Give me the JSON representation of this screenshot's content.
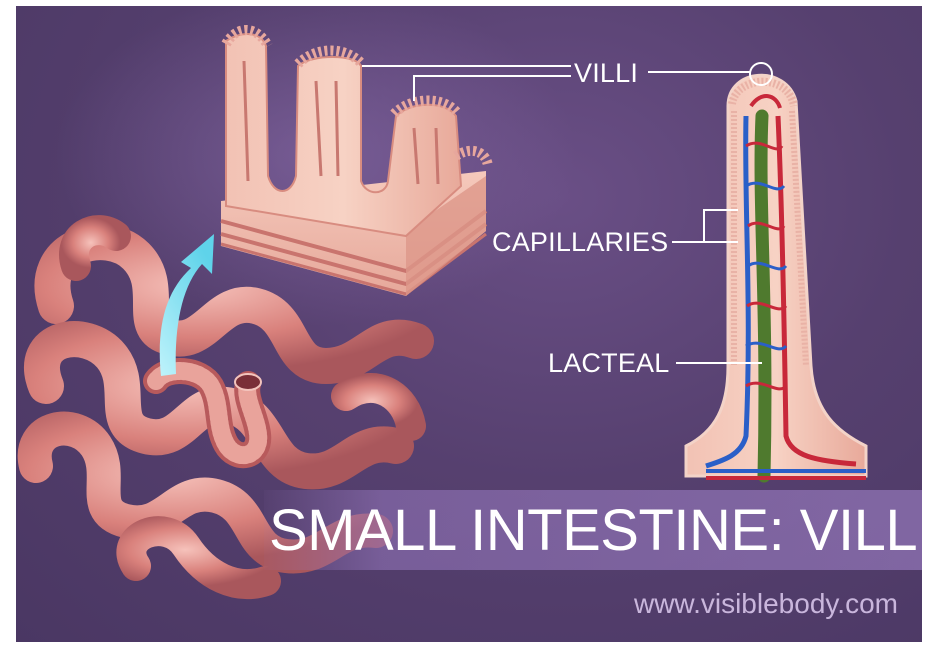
{
  "labels": {
    "villi": "VILLI",
    "capillaries": "CAPILLARIES",
    "lacteal": "LACTEAL"
  },
  "title": "SMALL INTESTINE: VILLI",
  "url": "www.visiblebody.com",
  "colors": {
    "background": "#56406f",
    "tissue": "#f0b8a8",
    "artery": "#c8283a",
    "vein": "#2a5fc8",
    "lacteal": "#4f7a2e",
    "arrow": "#7fe0f0"
  }
}
